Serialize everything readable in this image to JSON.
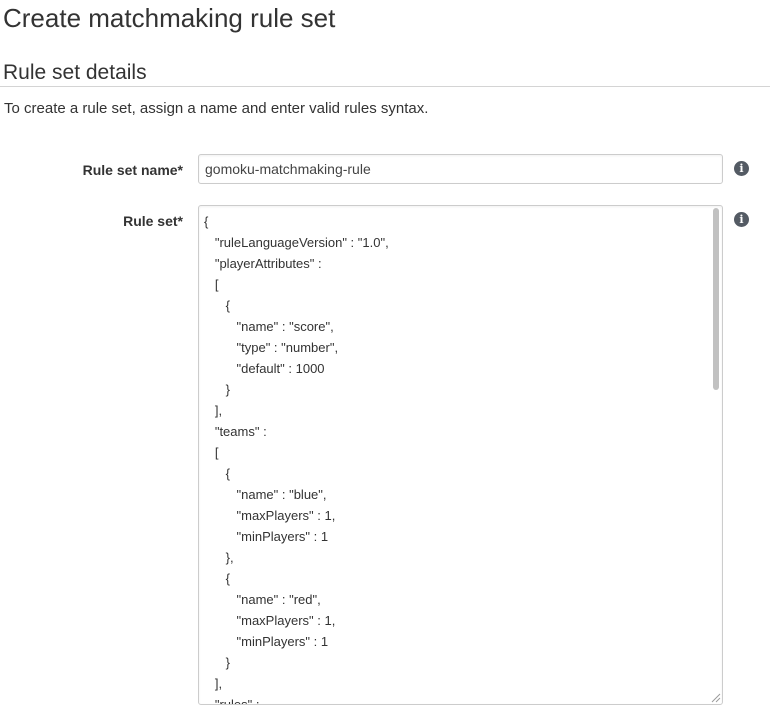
{
  "page": {
    "title": "Create matchmaking rule set"
  },
  "section": {
    "title": "Rule set details",
    "description": "To create a rule set, assign a name and enter valid rules syntax."
  },
  "form": {
    "name_label": "Rule set name*",
    "name_value": "gomoku-matchmaking-rule",
    "ruleset_label": "Rule set*",
    "info_glyph": "i",
    "ruleset_lines": [
      "{",
      "   \"ruleLanguageVersion\" : \"1.0\",",
      "   \"playerAttributes\" :",
      "   [",
      "      {",
      "         \"name\" : \"score\",",
      "         \"type\" : \"number\",",
      "         \"default\" : 1000",
      "      }",
      "   ],",
      "   \"teams\" :",
      "   [",
      "      {",
      "         \"name\" : \"blue\",",
      "         \"maxPlayers\" : 1,",
      "         \"minPlayers\" : 1",
      "      },",
      "      {",
      "         \"name\" : \"red\",",
      "         \"maxPlayers\" : 1,",
      "         \"minPlayers\" : 1",
      "      }",
      "   ],",
      "   \"rules\" :"
    ]
  },
  "icons": {
    "info": "info-icon",
    "resize": "resize-handle-icon"
  },
  "colors": {
    "text": "#333333",
    "icon": "#545b64",
    "border": "#cccccc",
    "scrollbar": "#c1c1c1"
  }
}
